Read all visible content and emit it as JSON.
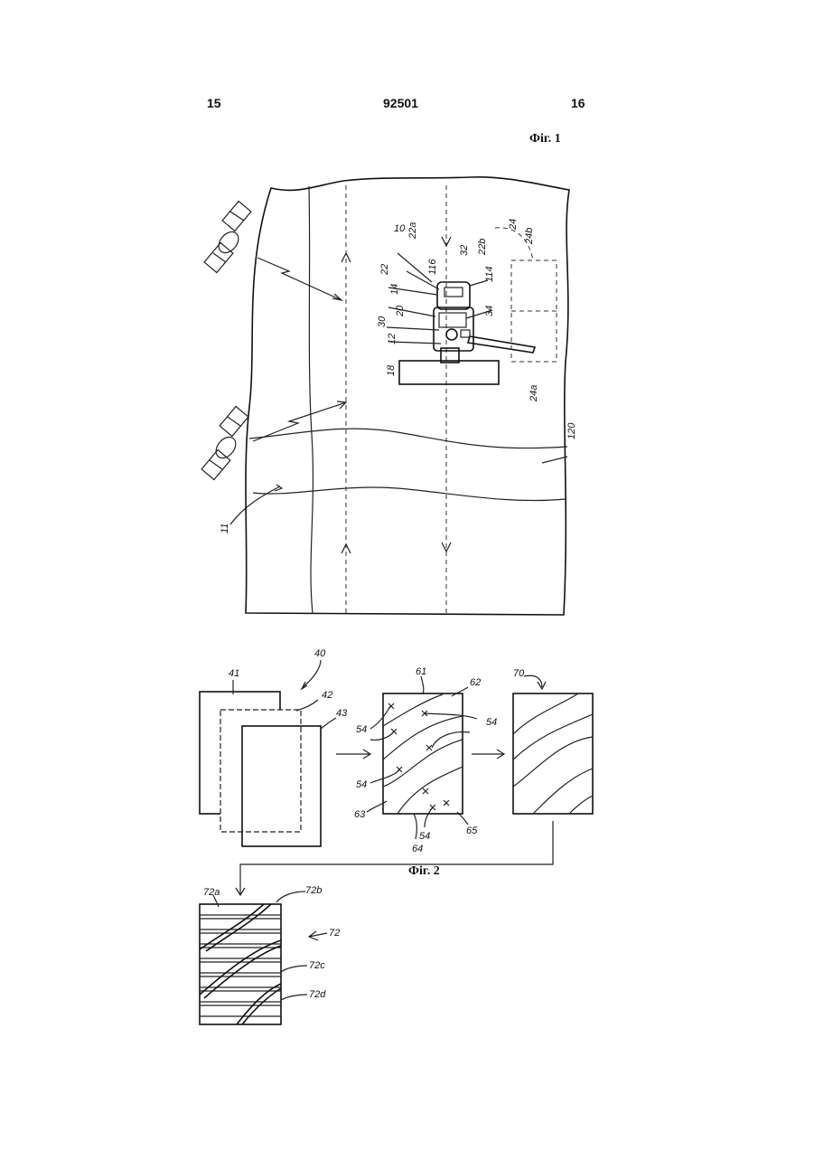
{
  "header": {
    "page_left": "15",
    "patent_number": "92501",
    "page_right": "16"
  },
  "figure1": {
    "caption": "Фіг. 1",
    "refs": {
      "r10": "10",
      "r11": "11",
      "r12": "12",
      "r14": "14",
      "r18": "18",
      "r20": "20",
      "r22": "22",
      "r22a": "22a",
      "r22b": "22b",
      "r24": "24",
      "r24a": "24a",
      "r24b": "24b",
      "r30": "30",
      "r32": "32",
      "r34": "34",
      "r114": "114",
      "r116": "116",
      "r120": "120"
    }
  },
  "figure2": {
    "caption": "Фіг. 2",
    "refs": {
      "r40": "40",
      "r41": "41",
      "r42": "42",
      "r43": "43",
      "r54": "54",
      "r61": "61",
      "r62": "62",
      "r63": "63",
      "r64": "64",
      "r65": "65",
      "r70": "70",
      "r72": "72",
      "r72a": "72a",
      "r72b": "72b",
      "r72c": "72c",
      "r72d": "72d"
    }
  }
}
